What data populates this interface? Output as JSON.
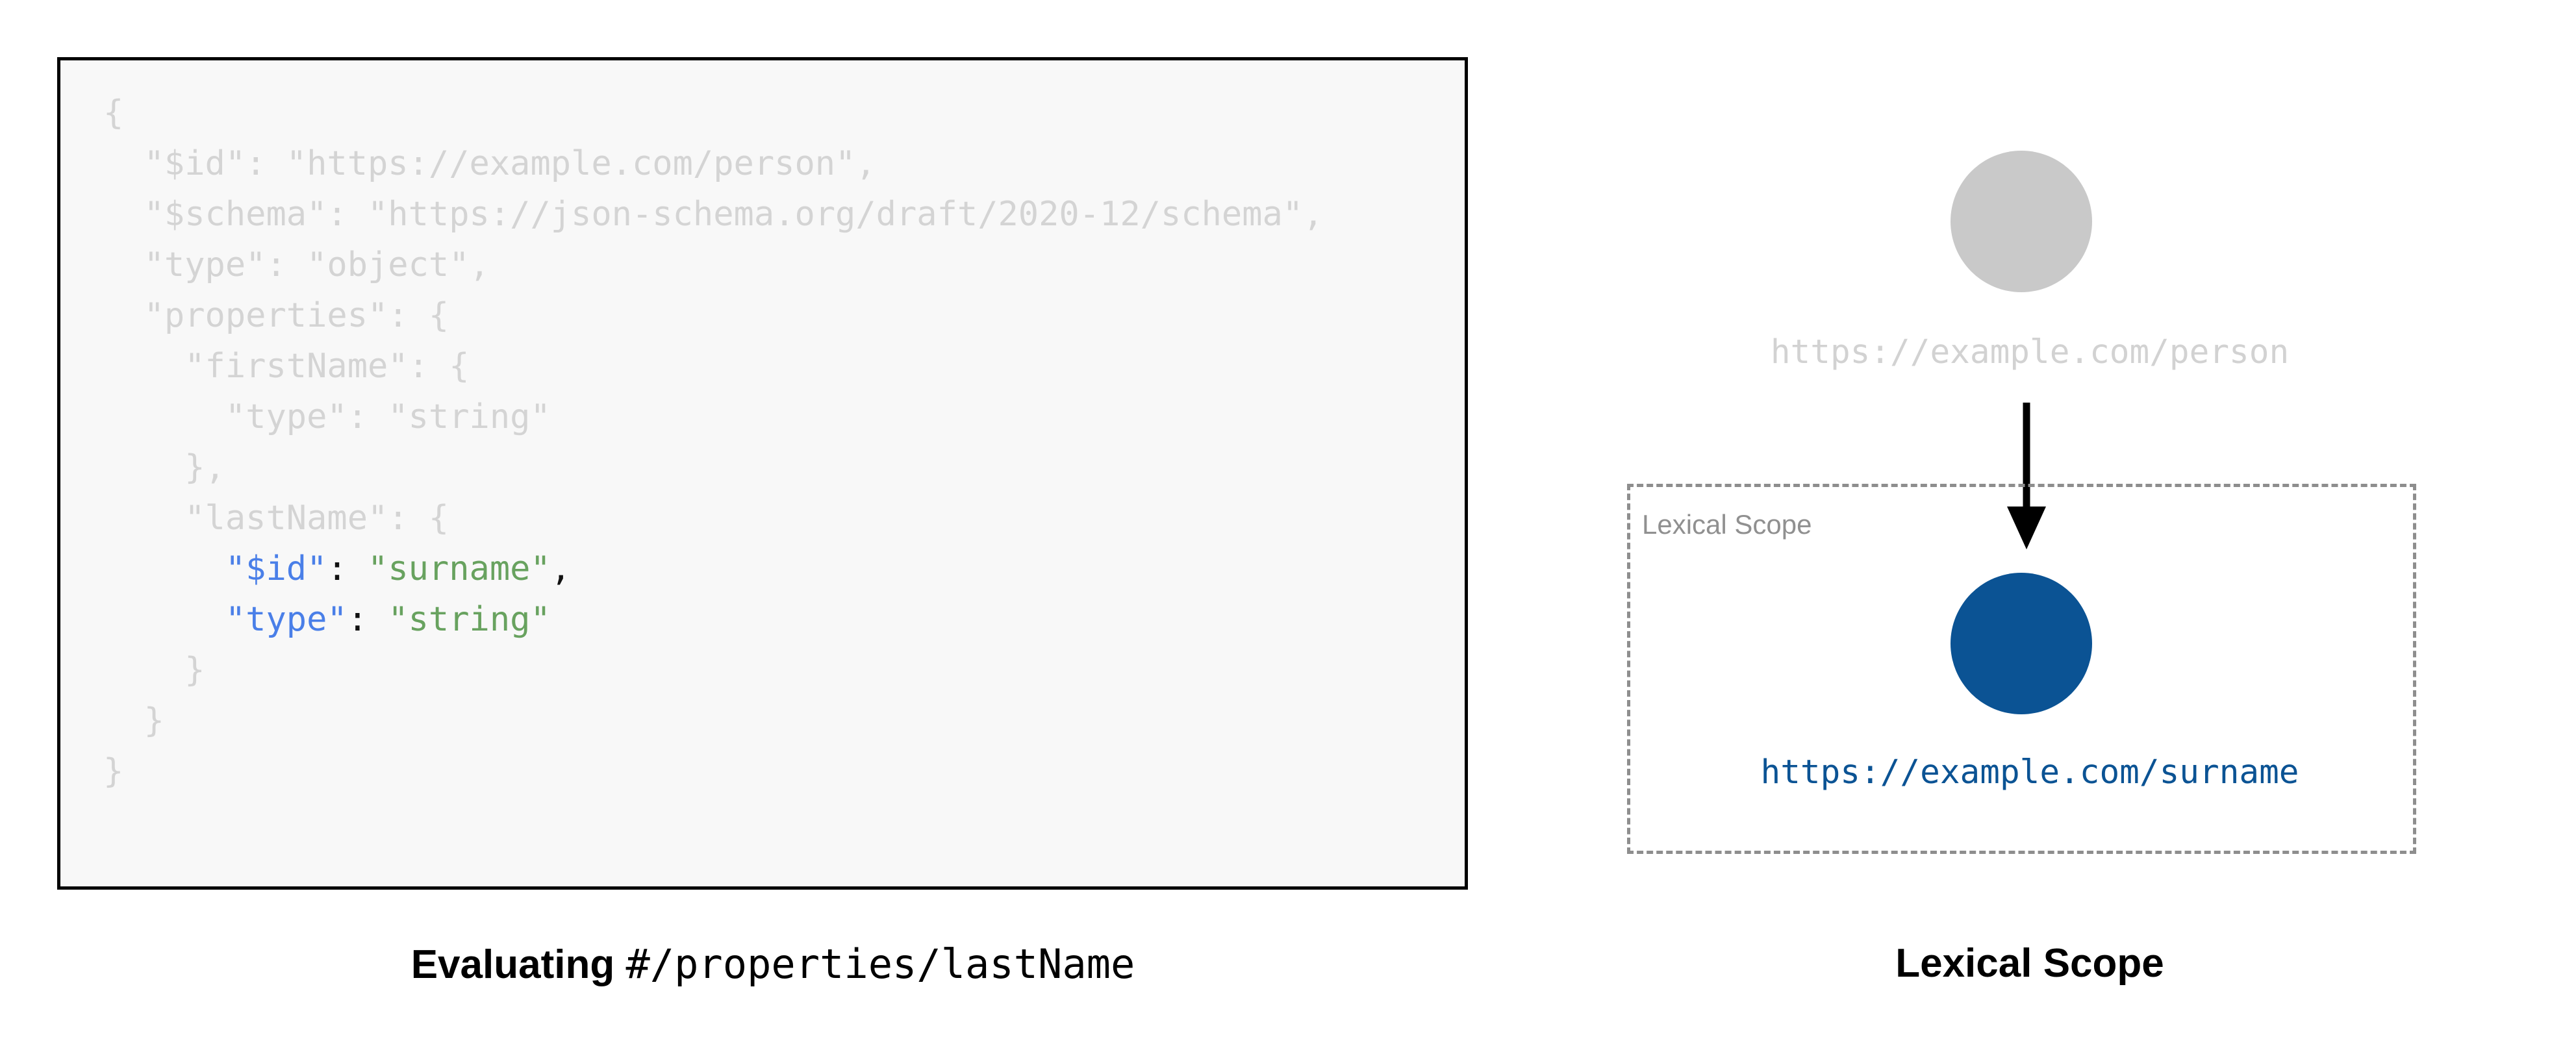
{
  "colors": {
    "code_background": "#f8f8f8",
    "code_border": "#000000",
    "code_dim_text": "#d4d4d4",
    "code_key_highlight": "#4a7fe8",
    "code_value_highlight": "#68a25f",
    "code_punct_highlight": "#111111",
    "node_inactive": "#c9c9c9",
    "node_active": "#0b5394",
    "scope_border": "#8e8e8e",
    "scope_label": "#909090",
    "arrow": "#000000"
  },
  "code_panel": {
    "lines": [
      {
        "indent": 0,
        "segments": [
          {
            "text": "{",
            "style": "dim"
          }
        ]
      },
      {
        "indent": 1,
        "segments": [
          {
            "text": "\"$id\": \"https://example.com/person\",",
            "style": "dim"
          }
        ]
      },
      {
        "indent": 1,
        "segments": [
          {
            "text": "\"$schema\": \"https://json-schema.org/draft/2020-12/schema\",",
            "style": "dim"
          }
        ]
      },
      {
        "indent": 1,
        "segments": [
          {
            "text": "\"type\": \"object\",",
            "style": "dim"
          }
        ]
      },
      {
        "indent": 1,
        "segments": [
          {
            "text": "\"properties\": {",
            "style": "dim"
          }
        ]
      },
      {
        "indent": 2,
        "segments": [
          {
            "text": "\"firstName\": {",
            "style": "dim"
          }
        ]
      },
      {
        "indent": 3,
        "segments": [
          {
            "text": "\"type\": \"string\"",
            "style": "dim"
          }
        ]
      },
      {
        "indent": 2,
        "segments": [
          {
            "text": "},",
            "style": "dim"
          }
        ]
      },
      {
        "indent": 2,
        "segments": [
          {
            "text": "\"lastName\": {",
            "style": "dim"
          }
        ]
      },
      {
        "indent": 3,
        "segments": [
          {
            "text": "\"$id\"",
            "style": "hl-key"
          },
          {
            "text": ": ",
            "style": "hl-punct"
          },
          {
            "text": "\"surname\"",
            "style": "hl-val"
          },
          {
            "text": ",",
            "style": "hl-punct"
          }
        ]
      },
      {
        "indent": 3,
        "segments": [
          {
            "text": "\"type\"",
            "style": "hl-key"
          },
          {
            "text": ": ",
            "style": "hl-punct"
          },
          {
            "text": "\"string\"",
            "style": "hl-val"
          }
        ]
      },
      {
        "indent": 2,
        "segments": [
          {
            "text": "}",
            "style": "dim"
          }
        ]
      },
      {
        "indent": 1,
        "segments": [
          {
            "text": "}",
            "style": "dim"
          }
        ]
      },
      {
        "indent": 0,
        "segments": [
          {
            "text": "}",
            "style": "dim"
          }
        ]
      }
    ],
    "caption_bold": "Evaluating",
    "caption_mono": "#/properties/lastName"
  },
  "diagram_panel": {
    "nodes": [
      {
        "id": "person",
        "label": "https://example.com/person",
        "state": "inactive"
      },
      {
        "id": "surname",
        "label": "https://example.com/surname",
        "state": "active"
      }
    ],
    "scope_label": "Lexical Scope",
    "arrow": {
      "from": "person",
      "to": "surname",
      "direction": "down"
    },
    "caption": "Lexical Scope"
  }
}
